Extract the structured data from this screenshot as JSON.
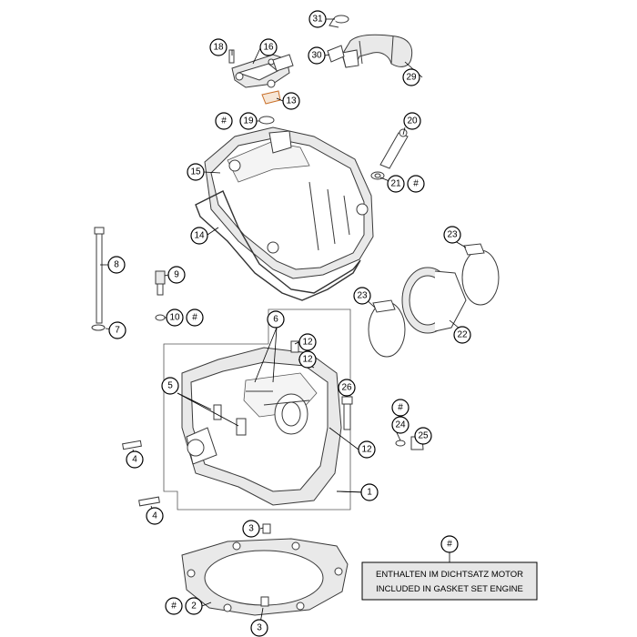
{
  "callouts": {
    "c1": "1",
    "c2": "2",
    "c3a": "3",
    "c3b": "3",
    "c4a": "4",
    "c4b": "4",
    "c5": "5",
    "c6": "6",
    "c7": "7",
    "c8": "8",
    "c9": "9",
    "c10": "10",
    "c12a": "12",
    "c12b": "12",
    "c12c": "12",
    "c13": "13",
    "c14": "14",
    "c15": "15",
    "c16": "16",
    "c18": "18",
    "c19": "19",
    "c20": "20",
    "c21": "21",
    "c22": "22",
    "c23a": "23",
    "c23b": "23",
    "c24": "24",
    "c25": "25",
    "c26": "26",
    "c29": "29",
    "c30": "30",
    "c31": "31"
  },
  "hash_marks": {
    "h19": "#",
    "h21": "#",
    "h10": "#",
    "h24": "#",
    "h2": "#",
    "hnote": "#"
  },
  "note": {
    "line1": "ENTHALTEN IM DICHTSATZ MOTOR",
    "line2": "INCLUDED IN GASKET SET ENGINE"
  },
  "colors": {
    "accent": "#c9702a",
    "line": "#3a3a3a",
    "note_bg": "#e6e6e6"
  }
}
